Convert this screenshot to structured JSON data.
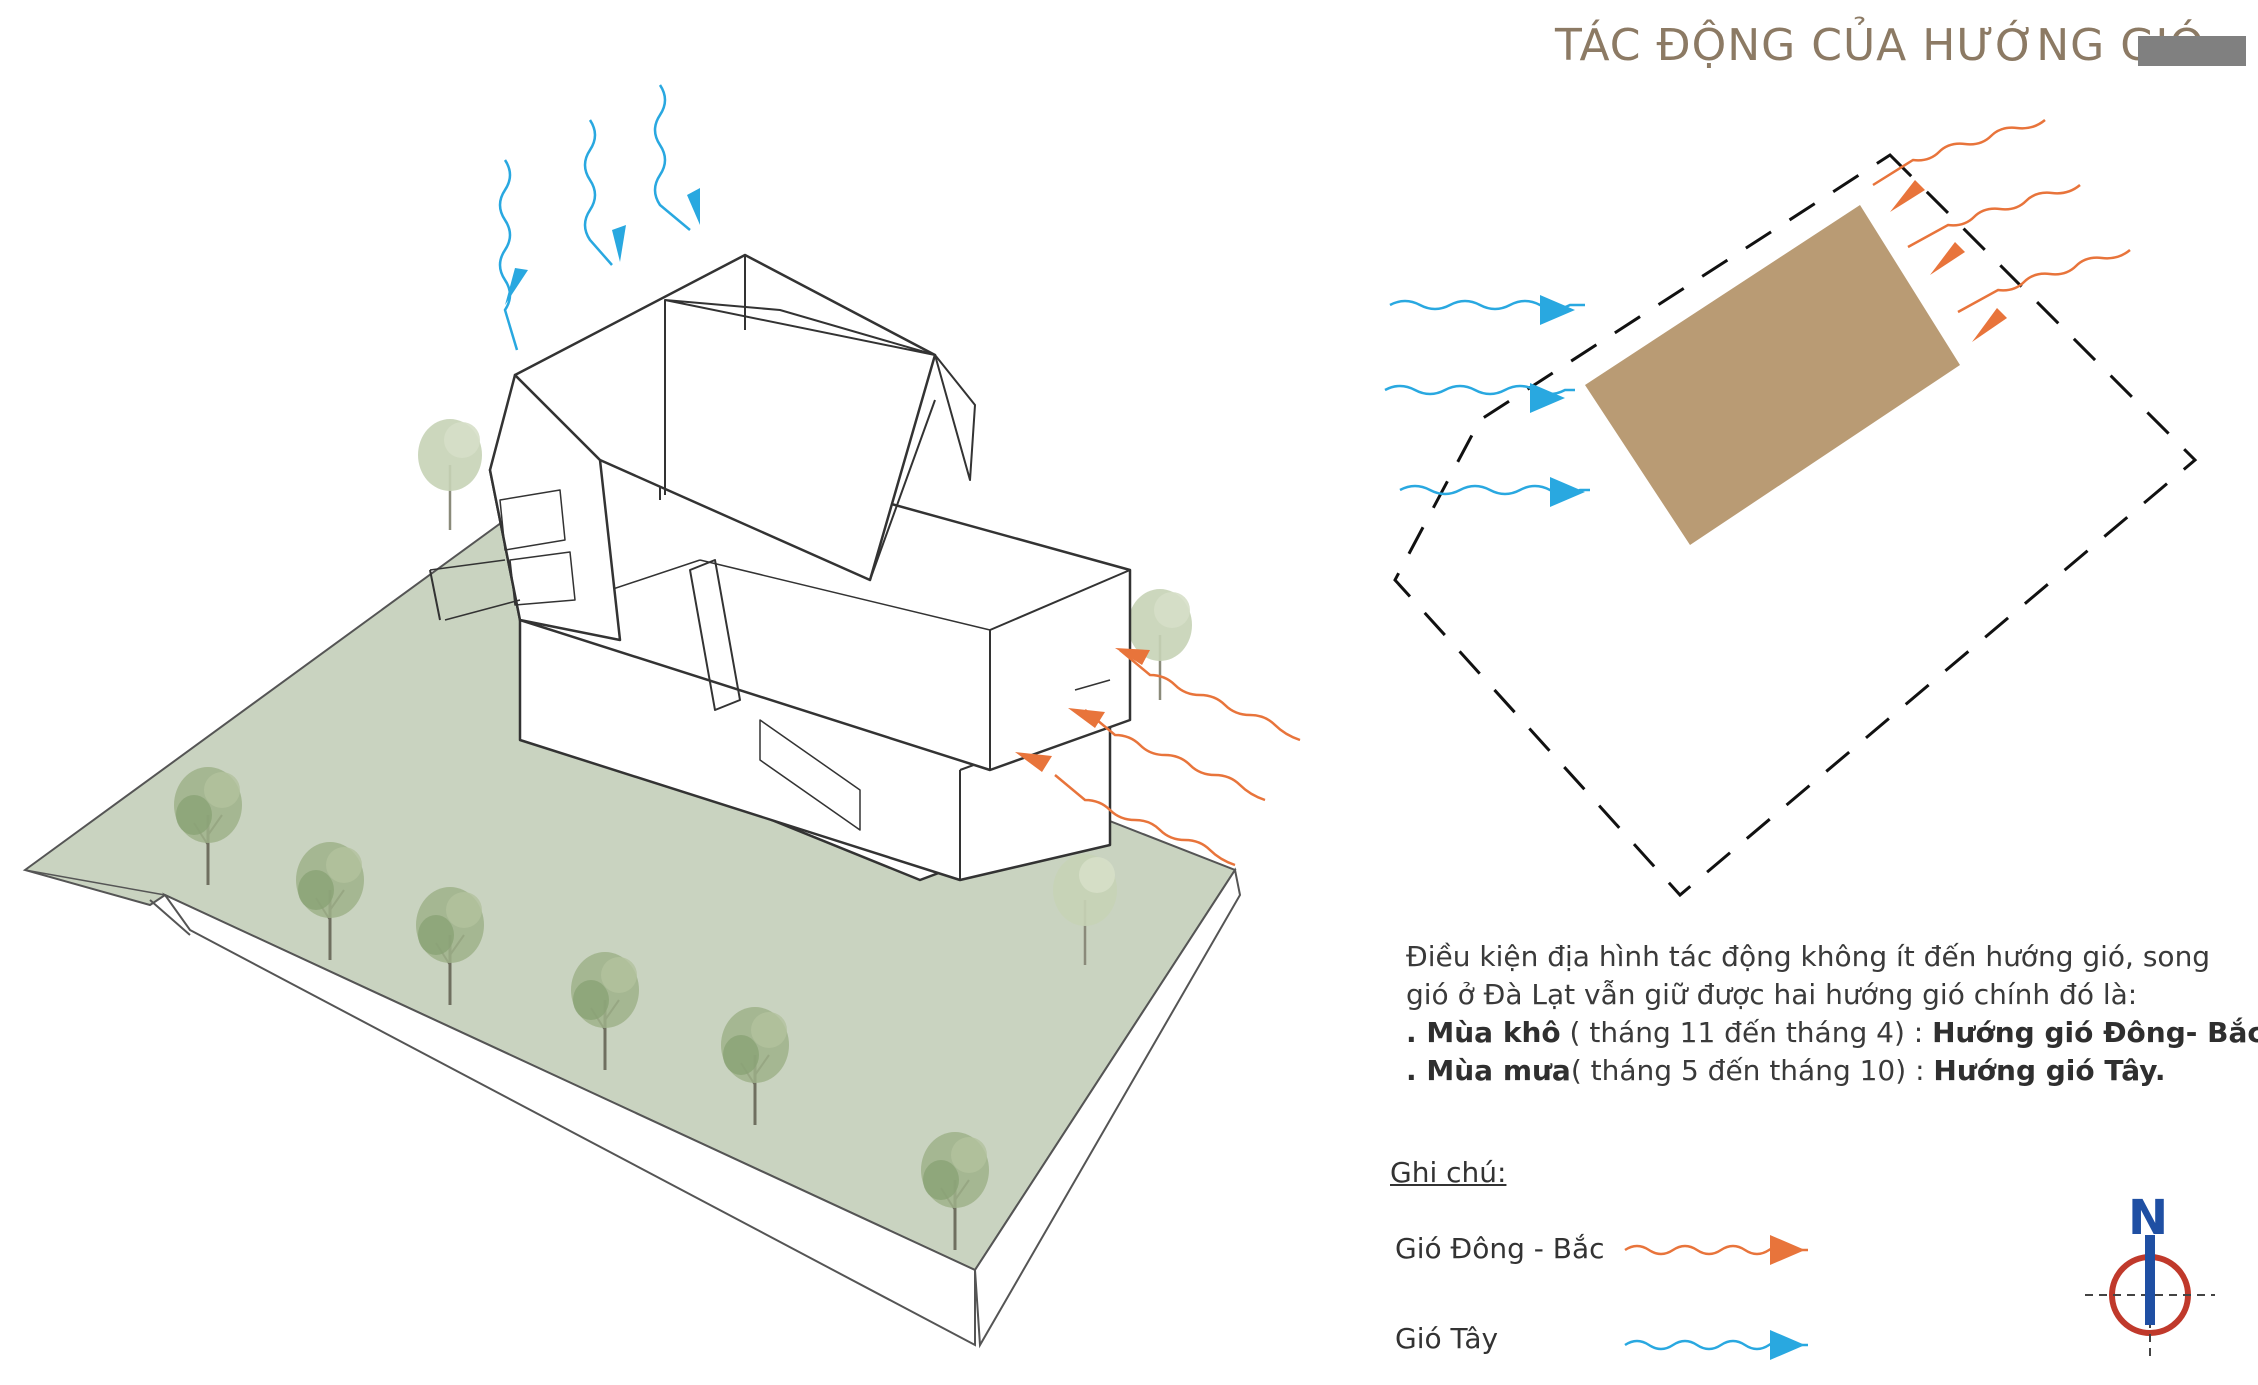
{
  "title": "TÁC ĐỘNG CỦA HƯỚNG GIÓ",
  "description": {
    "line1": "Điều kiện địa hình tác động không ít đến hướng gió, song",
    "line2": "gió ở Đà Lạt vẫn giữ được hai hướng gió chính đó là:",
    "dry_season_label": ". Mùa khô",
    "dry_season_period": " ( tháng 11 đến tháng 4) :  ",
    "dry_season_wind": "Hướng gió Đông- Bắc",
    "dry_season_end": ".",
    "rainy_season_label": ". Mùa mưa",
    "rainy_season_period": "( tháng 5 đến tháng 10) : ",
    "rainy_season_wind": "Hướng gió Tây."
  },
  "legend": {
    "title": "Ghi chú:",
    "northeast_wind": "Gió Đông - Bắc",
    "west_wind": "Gió Tây"
  },
  "compass": {
    "north_label": "N"
  },
  "colors": {
    "northeast_wind": "#e8743b",
    "west_wind": "#29a8e0",
    "building": "#b99b74",
    "ground": "#c9d3c0",
    "title": "#8c7a64",
    "compass_circle": "#c0392b",
    "compass_needle": "#1f4fa3"
  }
}
